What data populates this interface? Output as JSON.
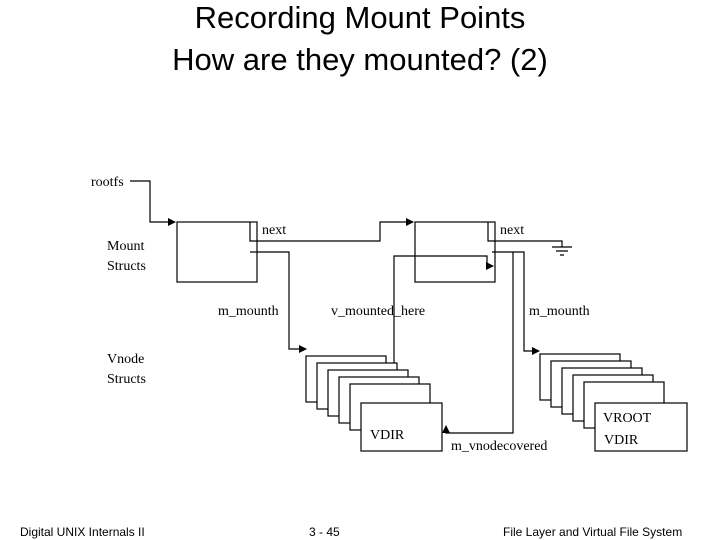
{
  "slide": {
    "title_line1": "Recording Mount Points",
    "title_line2": "How are they mounted? (2)"
  },
  "diagram": {
    "rootfs": "rootfs",
    "mount_structs_line1": "Mount",
    "mount_structs_line2": "Structs",
    "next_1": "next",
    "next_2": "next",
    "m_mounth_1": "m_mounth",
    "v_mounted_here": "v_mounted_here",
    "m_mounth_2": "m_mounth",
    "vnode_structs_line1": "Vnode",
    "vnode_structs_line2": "Structs",
    "vdir": "VDIR",
    "m_vnodecovered": "m_vnodecovered",
    "vroot": "VROOT",
    "vdir_2": "VDIR"
  },
  "footer": {
    "left": "Digital UNIX Internals II",
    "center": "3 - 45",
    "right": "File Layer and Virtual File System"
  }
}
